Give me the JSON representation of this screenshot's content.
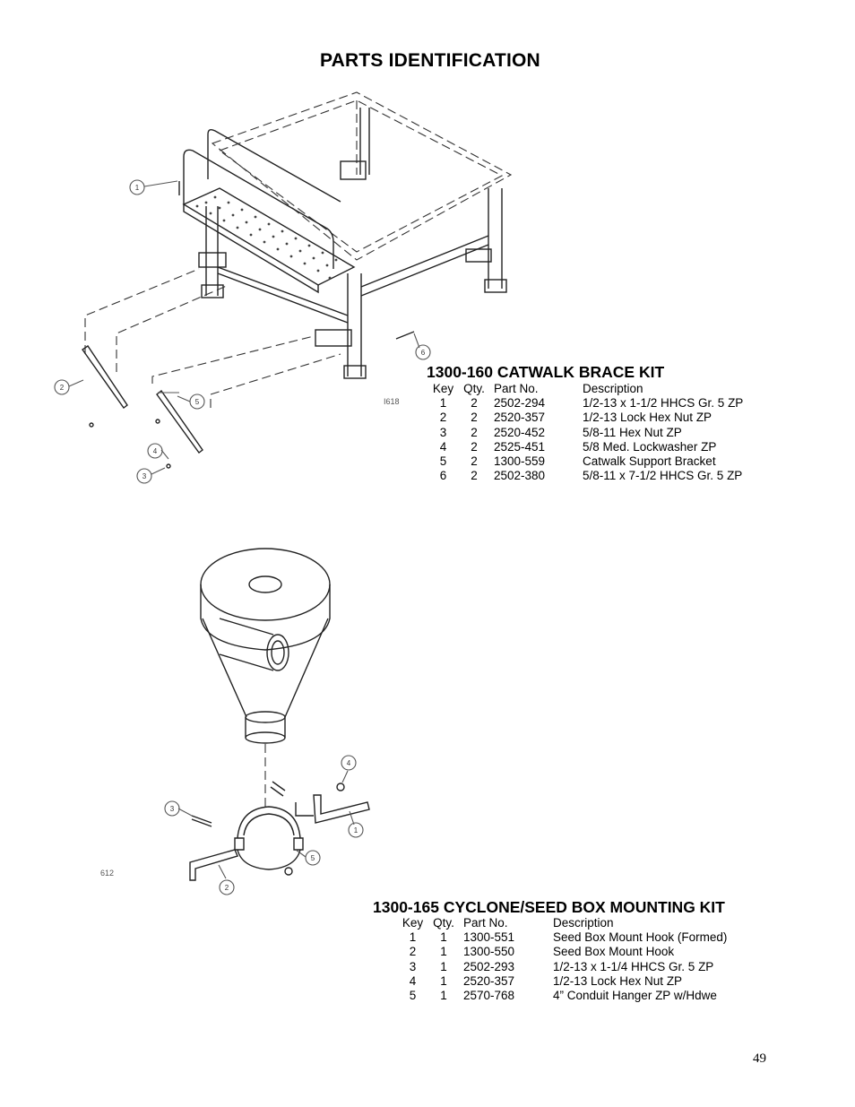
{
  "page": {
    "title": "PARTS IDENTIFICATION",
    "page_number": "49"
  },
  "kits": [
    {
      "title": "1300-160 CATWALK BRACE KIT",
      "figure_label": "I618",
      "headers": {
        "key": "Key",
        "qty": "Qty.",
        "part": "Part No.",
        "desc": "Description"
      },
      "rows": [
        {
          "key": "1",
          "qty": "2",
          "part": "2502-294",
          "desc": "1/2-13 x 1-1/2 HHCS Gr. 5 ZP"
        },
        {
          "key": "2",
          "qty": "2",
          "part": "2520-357",
          "desc": "1/2-13 Lock Hex Nut ZP"
        },
        {
          "key": "3",
          "qty": "2",
          "part": "2520-452",
          "desc": "5/8-11 Hex Nut ZP"
        },
        {
          "key": "4",
          "qty": "2",
          "part": "2525-451",
          "desc": "5/8 Med. Lockwasher ZP"
        },
        {
          "key": "5",
          "qty": "2",
          "part": "1300-559",
          "desc": "Catwalk Support Bracket"
        },
        {
          "key": "6",
          "qty": "2",
          "part": "2502-380",
          "desc": "5/8-11 x 7-1/2 HHCS Gr. 5 ZP"
        }
      ],
      "callouts": [
        "1",
        "2",
        "3",
        "4",
        "5",
        "6"
      ]
    },
    {
      "title": "1300-165  CYCLONE/SEED BOX MOUNTING KIT",
      "figure_label": "612",
      "headers": {
        "key": "Key",
        "qty": "Qty.",
        "part": "Part No.",
        "desc": "Description"
      },
      "rows": [
        {
          "key": "1",
          "qty": "1",
          "part": "1300-551",
          "desc": "Seed Box Mount Hook (Formed)"
        },
        {
          "key": "2",
          "qty": "1",
          "part": "1300-550",
          "desc": "Seed Box Mount Hook"
        },
        {
          "key": "3",
          "qty": "1",
          "part": "2502-293",
          "desc": "1/2-13 x 1-1/4 HHCS Gr. 5 ZP"
        },
        {
          "key": "4",
          "qty": "1",
          "part": "2520-357",
          "desc": "1/2-13 Lock Hex Nut ZP"
        },
        {
          "key": "5",
          "qty": "1",
          "part": "2570-768",
          "desc": "4” Conduit Hanger ZP w/Hdwe"
        }
      ],
      "callouts": [
        "1",
        "2",
        "3",
        "4",
        "5"
      ]
    }
  ]
}
